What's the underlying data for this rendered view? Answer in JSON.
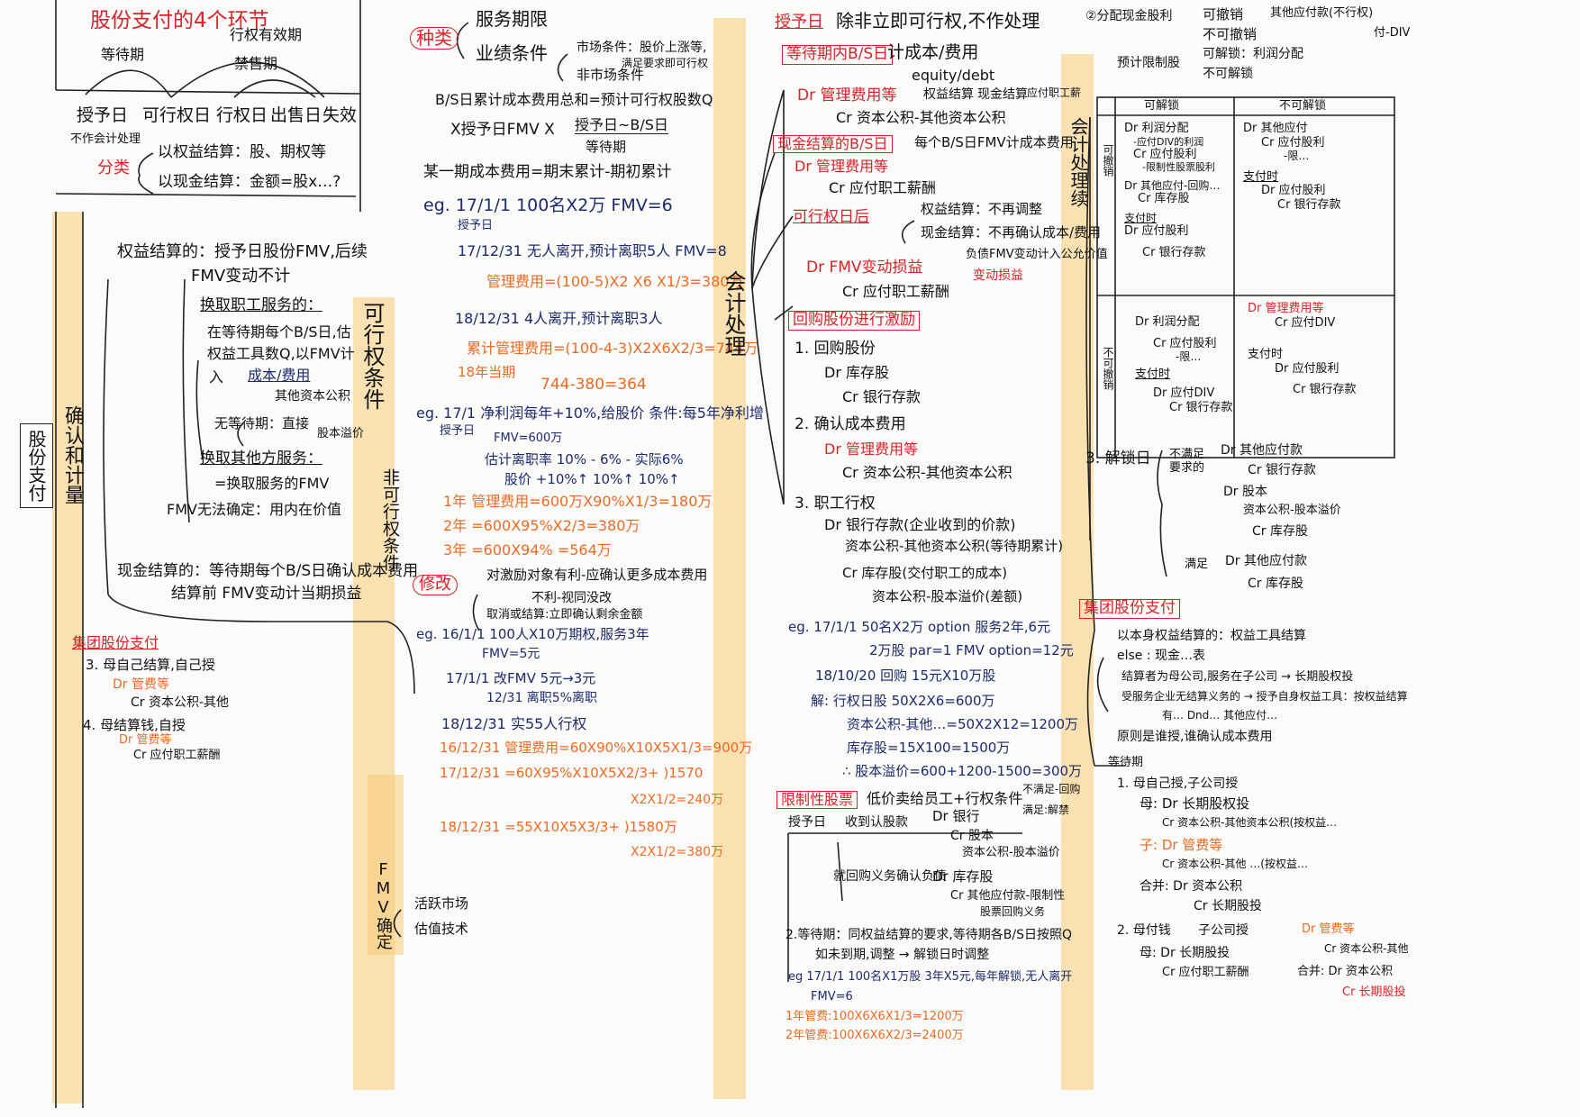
{
  "col1": {
    "title": "股份支付的4个环节",
    "arc_waiting": "等待期",
    "arc_exercise": "行权有效期",
    "arc_lock": "禁售期",
    "timeline": [
      "授予日",
      "可行权日",
      "行权日",
      "出售日",
      "失效"
    ],
    "note_grant": "不作会计处理",
    "classify_label": "分类",
    "classify_equity": "以权益结算：股、期权等",
    "classify_cash": "以现金结算：金额=股x…?",
    "vertical_main": "股份支付",
    "vertical_recog": "确认和计量",
    "equity_settled": "权益结算的：授予日股份FMV,后续",
    "equity_fmv": "FMV变动不计",
    "svc_title": "换取职工服务的：",
    "svc_1": "在等待期每个B/S日,估",
    "svc_2": "权益工具数Q,以FMV计",
    "svc_3": "入",
    "svc_4": "成本/费用",
    "svc_5": "其他资本公积",
    "svc_6": "无等待期：直接",
    "svc_7": "股本溢价",
    "other_title": "换取其他方服务：",
    "other_1": "=换取服务的FMV",
    "other_2": "FMV无法确定：用内在价值",
    "cash_settled": "现金结算的：等待期每个B/S日确认成本费用",
    "cash_settled2": "结算前 FMV变动计当期损益",
    "group_title": "集团股份支付",
    "group_3": "3. 母自己结算,自己授",
    "group_3_dr": "Dr 管费等",
    "group_3_cr": "Cr 资本公积-其他",
    "group_4": "4. 母结算钱,自授",
    "group_4_dr": "Dr 管费等",
    "group_4_cr": "Cr 应付职工薪酬"
  },
  "col2": {
    "kinds_label": "种类",
    "kinds_1": "服务期限",
    "kinds_2": "业绩条件",
    "market": "市场条件：股价上涨等,",
    "market_b": "满足要求即可行权",
    "nonmarket": "非市场条件",
    "formula1": "B/S日累计成本费用总和=预计可行权股数Q",
    "formula2": "X授予日FMV X",
    "formula3": "授予日~B/S日",
    "formula4": "等待期",
    "formula5": "某一期成本费用=期末累计-期初累计",
    "eg1": "eg. 17/1/1  100名X2万  FMV=6",
    "eg1_grant": "授予日",
    "eg1_a": "17/12/31  无人离开,预计离职5人 FMV=8",
    "eg1_b": "管理费用=(100-5)X2 X6 X1/3=380万",
    "eg1_c": "18/12/31  4人离开,预计离职3人",
    "eg1_d": "累计管理费用=(100-4-3)X2X6X2/3=744万",
    "eg1_e": "18年当期",
    "eg1_f": "744-380=364",
    "eg2": "eg. 17/1 净利润每年+10%,给股价 条件:每5年净利增",
    "eg2_grant": "授予日",
    "eg2_fmv": "FMV=600万",
    "eg2_a": "估计离职率 10% - 6% - 实际6%",
    "eg2_b": "股价 +10%↑  10%↑  10%↑",
    "eg2_c": "1年 管理费用=600万X90%X1/3=180万",
    "eg2_d": "2年    =600X95%X2/3=380万",
    "eg2_e": "3年    =600X94%    =564万",
    "modify_label": "修改",
    "modify_1": "对激励对象有利-应确认更多成本费用",
    "modify_2": "不利-视同没改",
    "modify_3": "取消或结算:立即确认剩余金额",
    "eg3": "eg. 16/1/1  100人X10万期权,服务3年",
    "eg3_fmv": "FMV=5元",
    "eg3_a": "17/1/1 改FMV 5元→3元",
    "eg3_b": "12/31 离职5%离职",
    "eg3_c": "18/12/31  实55人行权",
    "eg3_d": "16/12/31 管理费用=60X90%X10X5X1/3=900万",
    "eg3_e": "17/12/31  =60X95%X10X5X2/3+ )1570",
    "eg3_f": "X2X1/2=240万",
    "eg3_g": "18/12/31  =55X10X5X3/3+ )1580万",
    "eg3_h": "X2X1/2=380万",
    "fmv_label": "FMV确定",
    "fmv_1": "活跃市场",
    "fmv_2": "估值技术",
    "vertical_cond": "可行权条件",
    "vertical_nonexe": "非可行权条件"
  },
  "col3": {
    "vertical_acc": "会计处理",
    "grant_label": "授予日",
    "grant_text": "除非立即可行权,不作处理",
    "wait_label": "等待期内B/S日",
    "wait_text": "计成本/费用",
    "wait_eq": "equity/debt",
    "wait_dr": "Dr 管理费用等",
    "wait_cr": "Cr 资本公积-其他资本公积",
    "wait_note1": "权益结算",
    "wait_note2": "现金结算",
    "wait_note3": "应付职工薪",
    "cash_label": "现金结算的B/S日",
    "cash_text": "每个B/S日FMV计成本费用",
    "cash_dr": "Dr 管理费用等",
    "cash_cr": "Cr 应付职工薪酬",
    "after_label": "可行权日后",
    "after_1": "权益结算：不再调整",
    "after_2": "现金结算：不再确认成本/费用",
    "after_3": "负债FMV变动计入公允价值",
    "after_4": "变动损益",
    "after_dr": "Dr FMV变动损益",
    "after_cr": "Cr 应付职工薪酬",
    "buyback_label": "回购股份进行激励",
    "bb_1": "1. 回购股份",
    "bb_1dr": "Dr 库存股",
    "bb_1cr": "Cr 银行存款",
    "bb_2": "2. 确认成本费用",
    "bb_2dr": "Dr 管理费用等",
    "bb_2cr": "Cr 资本公积-其他资本公积",
    "bb_3": "3. 职工行权",
    "bb_3dr": "Dr 银行存款(企业收到的价款)",
    "bb_3dr2": "资本公积-其他资本公积(等待期累计)",
    "bb_3cr": "Cr 库存股(交付职工的成本)",
    "bb_3cr2": "资本公积-股本溢价(差额)",
    "eg4": "eg. 17/1/1  50名X2万 option 服务2年,6元",
    "eg4_b": "2万股 par=1   FMV option=12元",
    "eg4_c": "18/10/20  回购 15元X10万股",
    "eg4_d": "解: 行权日股 50X2X6=600万",
    "eg4_e": "资本公积-其他…=50X2X12=1200万",
    "eg4_f": "库存股=15X100=1500万",
    "eg4_g": "∴ 股本溢价=600+1200-1500=300万",
    "restricted_label": "限制性股票",
    "restricted_text": "低价卖给员工+行权条件",
    "rs_grant": "授予日",
    "rs_1": "收到认股款",
    "rs_dr": "Dr 银行",
    "rs_cr1": "Cr 股本",
    "rs_cr2": "资本公积-股本溢价",
    "rs_3": "就回购义务确认负债",
    "rs_dr2": "Dr 库存股",
    "rs_cr3": "Cr 其他应付款-限制性",
    "rs_cr4": "股票回购义务",
    "rs_sat": "不满足-回购",
    "rs_sat2": "满足:解禁",
    "rs_wait1": "2.等待期：同权益结算的要求,等待期各B/S日按照Q",
    "rs_wait2": "如未到期,调整 → 解锁日时调整",
    "rs_eg": "eg 17/1/1  100名X1万股 3年X5元,每年解锁,无人离开",
    "rs_eg2": "FMV=6",
    "rs_eg3": "1年管费:100X6X6X1/3=1200万",
    "rs_eg4": "2年管费:100X6X6X2/3=2400万"
  },
  "col4": {
    "dividend_title": "②分配现金股利",
    "div_1": "可撤销",
    "div_2": "不可撤销",
    "div_3": "其他应付款(不行权)",
    "div_4": "付-DIV",
    "est_title": "预计限制股",
    "est_1": "可解锁：利润分配",
    "est_2": "不可解锁",
    "vertical_acc2": "会计处理续",
    "tbl_h1": "可解锁",
    "tbl_h2": "不可解锁",
    "tbl_r1": "可撤销",
    "tbl_r2": "不可撤销",
    "tbl_a": [
      "Dr 利润分配",
      "-应付DIV的利润",
      "Cr 应付股利",
      "-限制性股票股利",
      "Dr 其他应付-回购…",
      "Cr 库存股",
      "支付时",
      "Dr 应付股利",
      "Cr 银行存款"
    ],
    "tbl_b": [
      "Dr 其他应付",
      "Cr 应付股利",
      "-限…",
      "支付时",
      "Dr 应付股利",
      "Cr 银行存款"
    ],
    "tbl_c": [
      "Dr 利润分配",
      "Cr 应付股利",
      "-限…",
      "支付时",
      "Dr 应付DIV",
      "Cr 银行存款"
    ],
    "tbl_d": [
      "Dr 管理费用等",
      "Cr 应付DIV",
      "支付时",
      "Dr 应付股利",
      "Cr 银行存款"
    ],
    "unlock_label": "3. 解锁日",
    "unlock_1": "不满足要求的",
    "unlock_2": "满足",
    "unlock_dr1": "Dr 其他应付款",
    "unlock_cr1": "Cr 银行存款",
    "unlock_dr2": "Dr 股本",
    "unlock_cr2": "资本公积-股本溢价",
    "unlock_cr3": "Cr 库存股",
    "unlock_dr3": "Dr 其他应付款",
    "unlock_cr4": "Cr 库存股",
    "group_label": "集团股份支付",
    "g_1": "以本身权益结算的：权益工具结算",
    "g_2": "else : 现金…表",
    "g_3": "结算者为母公司,服务在子公司 → 长期股权投",
    "g_4": "受服务企业无结算义务的 → 授予自身权益工具：按权益结算",
    "g_5": "有…  Dnd…  其他应付…",
    "g_6": "原则是谁授,谁确认成本费用",
    "g_7": "等待期",
    "g_8": "1. 母自己授,子公司授",
    "g_9": "母: Dr 长期股权投",
    "g_10": "Cr 资本公积-其他资本公积(按权益…",
    "g_11": "子: Dr 管费等",
    "g_12": "Cr 资本公积-其他 …(按权益…",
    "g_13": "合并: Dr 资本公积",
    "g_14": "Cr 长期股投",
    "g_15": "2. 母付钱",
    "g_16": "子公司授",
    "g_17": "母: Dr 长期股投",
    "g_18": "Cr 应付职工薪酬",
    "g_19": "Dr 管费等",
    "g_20": "Cr 资本公积-其他",
    "g_21": "合并: Dr 资本公积",
    "g_22": "Cr 长期股投"
  }
}
